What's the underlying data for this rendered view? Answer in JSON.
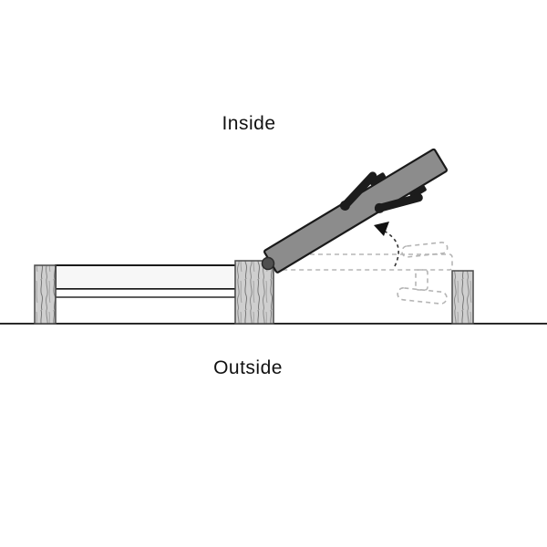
{
  "diagram": {
    "type": "window-cross-section",
    "labels": {
      "inside": "Inside",
      "outside": "Outside"
    },
    "colors": {
      "background": "#ffffff",
      "outline": "#1a1a1a",
      "text": "#111111",
      "sash_fill": "#8c8c8c",
      "frame_fill": "#f7f7f7",
      "wood_fill": "#cfcfcf",
      "wood_grain": "#777777",
      "dashed_outline": "#b5b5b5",
      "handle_fill": "#1c1c1c",
      "pivot_fill": "#4f4f4f",
      "ground_line": "#2a2a2a"
    },
    "parts": {
      "ground-line": "ground / wall reference line",
      "left-frame-post": "wood frame jamb (left)",
      "hinge-post": "wood frame jamb at hinge (middle)",
      "right-frame-post": "wood frame jamb (right)",
      "window-frame-sill": "fixed frame member",
      "pivot-point": "hinge pivot",
      "open-sash": "window sash tilted open toward inside",
      "sash-handle-top": "locking handle (upper face)",
      "sash-handle-bottom": "locking handle (lower face)",
      "closed-sash-outline": "dashed sash in closed position",
      "motion-arrow": "dashed arrow showing opening motion"
    }
  }
}
